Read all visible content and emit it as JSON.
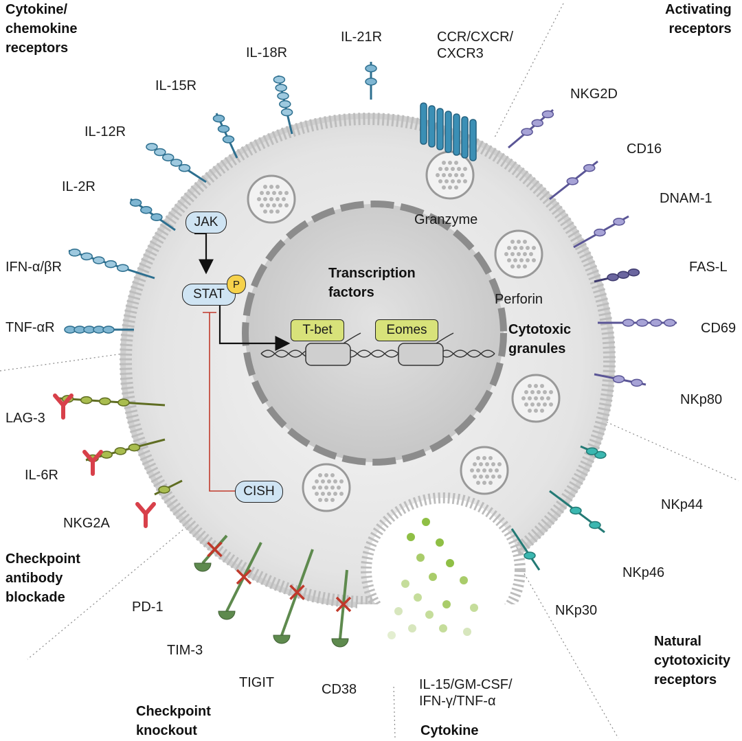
{
  "categories": {
    "cytokine_receptors": "Cytokine/\nchemokine\nreceptors",
    "activating_receptors": "Activating\nreceptors",
    "checkpoint_blockade": "Checkpoint\nantibody\nblockade",
    "checkpoint_knockout": "Checkpoint\nknockout",
    "ncr": "Natural\ncytotoxicity\nreceptors",
    "cytokine": "Cytokine",
    "cytotoxic_granules": "Cytotoxic\ngranules",
    "transcription_factors": "Transcription\nfactors"
  },
  "receptors": {
    "il21r": "IL-21R",
    "ccr": "CCR/CXCR/\nCXCR3",
    "il18r": "IL-18R",
    "il15r": "IL-15R",
    "il12r": "IL-12R",
    "il2r": "IL-2R",
    "ifnr": "IFN-α/βR",
    "tnfr": "TNF-αR",
    "lag3": "LAG-3",
    "il6r": "IL-6R",
    "nkg2a": "NKG2A",
    "pd1": "PD-1",
    "tim3": "TIM-3",
    "tigit": "TIGIT",
    "cd38": "CD38",
    "nkg2d": "NKG2D",
    "cd16": "CD16",
    "dnam1": "DNAM-1",
    "fasl": "FAS-L",
    "cd69": "CD69",
    "nkp80": "NKp80",
    "nkp44": "NKp44",
    "nkp46": "NKp46",
    "nkp30": "NKp30"
  },
  "intracellular": {
    "jak": "JAK",
    "stat": "STAT",
    "phospho": "P",
    "cish": "CISH",
    "tbet": "T-bet",
    "eomes": "Eomes",
    "granzyme": "Granzyme",
    "perforin": "Perforin"
  },
  "cytokine_list": "IL-15/GM-CSF/\nIFN-γ/TNF-α",
  "colors": {
    "cytokine_receptor": "#3b8fb5",
    "activating_receptor": "#8a86c4",
    "ncr_receptor": "#3bb7b0",
    "checkpoint_antibody": "#d8404a",
    "checkpoint_receptor": "#a9bd4f",
    "knockout_receptor": "#5e8a4e",
    "knockout_x": "#c0392b",
    "cell_fill": "#e6e6e6",
    "nucleus_fill": "#d2d2d2"
  }
}
